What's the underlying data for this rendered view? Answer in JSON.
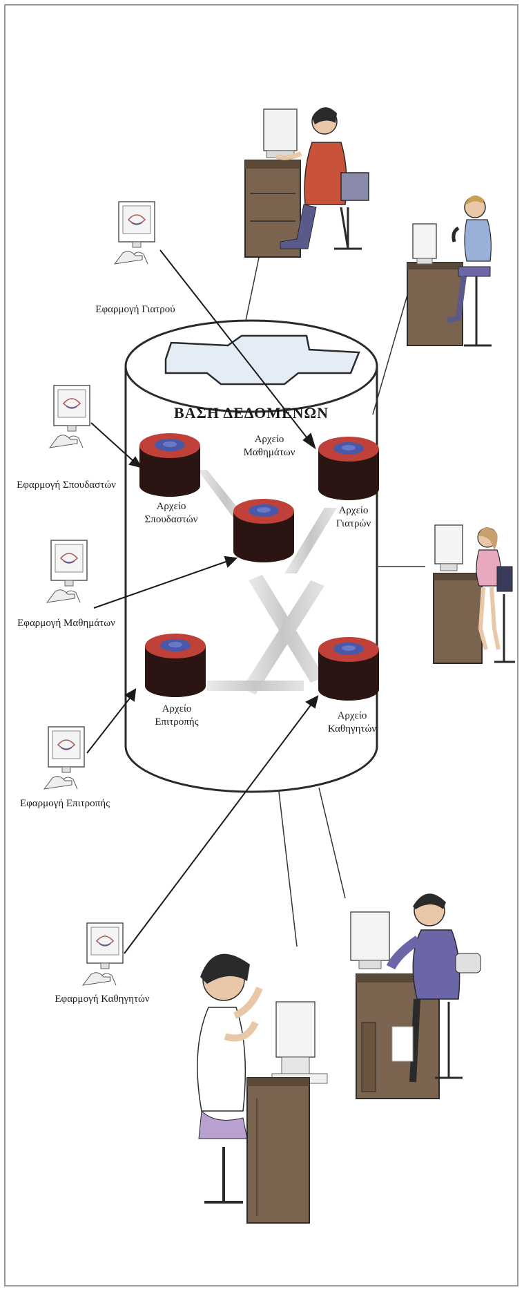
{
  "database": {
    "title": "ΒΑΣΗ ΔΕΔΟΜΕΝΩΝ"
  },
  "files": [
    {
      "id": "f1",
      "label_line1": "Αρχείο",
      "label_line2": "Σπουδαστών"
    },
    {
      "id": "f2",
      "label_line1": "Αρχείο",
      "label_line2": "Μαθημάτων"
    },
    {
      "id": "f3",
      "label_line1": "Αρχείο",
      "label_line2": "Γιατρών"
    },
    {
      "id": "f4",
      "label_line1": "Αρχείο",
      "label_line2": "Επιτροπής"
    },
    {
      "id": "f5",
      "label_line1": "Αρχείο",
      "label_line2": "Καθηγητών"
    }
  ],
  "applications": [
    {
      "id": "a1",
      "label": "Εφαρμογή Γιατρού"
    },
    {
      "id": "a2",
      "label": "Εφαρμογή Σπουδαστών"
    },
    {
      "id": "a3",
      "label": "Εφαρμογή Μαθημάτων"
    },
    {
      "id": "a4",
      "label": "Εφαρμογή Επιτροπής"
    },
    {
      "id": "a5",
      "label": "Εφαρμογή Καθηγητών"
    }
  ],
  "colors": {
    "disk_top": "#c0413a",
    "disk_side": "#2a1512",
    "disk_hub": "#4a58a8",
    "cylinder_stroke": "#2a2a2a",
    "connector": "#cfcfcf",
    "shirt_red": "#c8523a",
    "jacket_purple": "#6b66a8",
    "desk": "#7a6450"
  }
}
